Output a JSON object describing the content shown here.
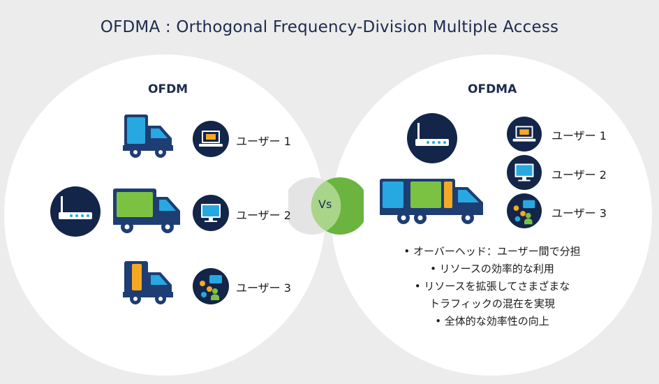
{
  "title": "OFDMA : Orthogonal Frequency-Division Multiple Access",
  "left": {
    "heading": "OFDM",
    "users": [
      "ユーザー 1",
      "ユーザー 2",
      "ユーザー 3"
    ]
  },
  "right": {
    "heading": "OFDMA",
    "users": [
      "ユーザー 1",
      "ユーザー 2",
      "ユーザー 3"
    ],
    "bullets": [
      "• オーバーヘッド：ユーザー間で分担",
      "• リソースの効率的な利用",
      "• リソースを拡張してさまざまな",
      "トラフィックの混在を実現",
      "• 全体的な効率性の向上"
    ]
  },
  "vs_label": "Vs",
  "colors": {
    "navy": "#14254a",
    "truck_blue": "#1e3d73",
    "cargo_cyan": "#27a8e0",
    "cargo_green": "#7cc242",
    "cargo_orange": "#f7a823",
    "venn_green": "#6ab43f",
    "background": "#ececec"
  },
  "icons": [
    "truck-icon",
    "router-icon",
    "laptop-icon",
    "monitor-icon",
    "chat-users-icon"
  ]
}
